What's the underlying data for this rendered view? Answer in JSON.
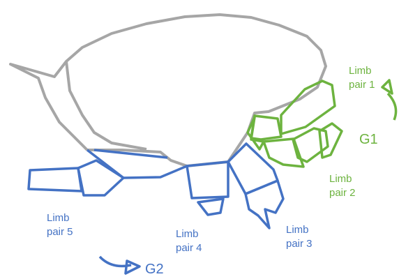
{
  "labels": {
    "limb_pair_1": {
      "line1": "Limb",
      "line2": "pair 1"
    },
    "limb_pair_2": {
      "line1": "Limb",
      "line2": "pair 2"
    },
    "limb_pair_3": {
      "line1": "Limb",
      "line2": "pair 3"
    },
    "limb_pair_4": {
      "line1": "Limb",
      "line2": "pair 4"
    },
    "limb_pair_5": {
      "line1": "Limb",
      "line2": "pair 5"
    },
    "group_1": "G1",
    "group_2": "G2"
  },
  "colors": {
    "body_outline": "#a6a6a6",
    "group_1": "#6db33f",
    "group_2": "#4472c4",
    "background": "#ffffff"
  }
}
